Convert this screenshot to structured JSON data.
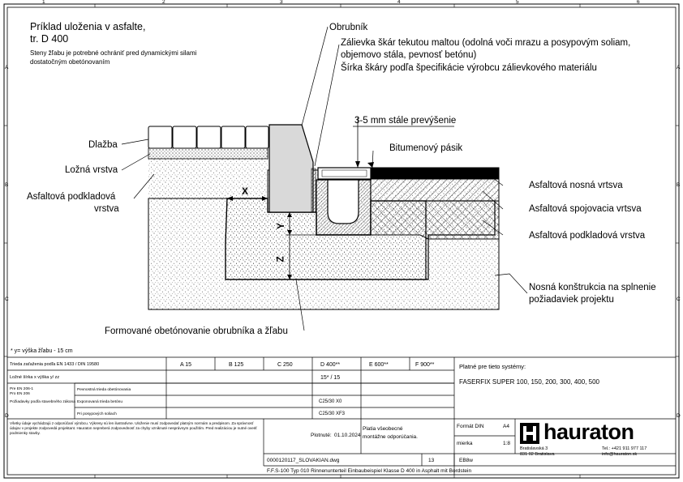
{
  "drawing": {
    "title_line1": "Príklad uloženia v asfalte,",
    "title_line2": "tr. D 400",
    "subtitle_line1": "Steny žľabu je potrebné ochrániť pred dynamickými silami",
    "subtitle_line2": "dostatočným obetónovaním",
    "labels_left": {
      "dlazba": "Dlažba",
      "lozna": "Ložná vrstva",
      "asf_podklad_1": "Asfaltová podkladová",
      "asf_podklad_2": "vrstva"
    },
    "labels_top": {
      "obrubnik": "Obrubník",
      "zalievka_1": "Zálievka škár tekutou maltou (odolná voči mrazu a posypovým soliam,",
      "zalievka_2": "objemovo stála, pevnosť betónu)",
      "zalievka_3": "Šírka škáry podľa špecifikácie výrobcu zálievkového materiálu",
      "prevysenie": "3-5 mm stále prevýšenie",
      "bitumen": "Bitumenový pásik"
    },
    "labels_right": {
      "nosna": "Asfaltová nosná vrtsva",
      "spojovacia": "Asfaltová spojovacia vrtsva",
      "podkladova": "Asfaltová podkladová vrstva",
      "konstrukcia_1": "Nosná konštrukcia na splnenie",
      "konstrukcia_2": "požiadaviek projektu"
    },
    "dims": {
      "x": "X",
      "y": "Y",
      "z": "Z"
    },
    "label_bottom": "Formované obetónovanie obrubníka a žľabu",
    "footnote": "* y= výška žľabu - 15 cm",
    "grid_top": [
      "1",
      "2",
      "3",
      "4",
      "5",
      "6"
    ],
    "grid_side": [
      "A",
      "B",
      "C",
      "D"
    ]
  },
  "title_block": {
    "row1_label": "Trieda zaťaženia podľa EN 1433 / DIN 19580",
    "classes": [
      "A 15",
      "B 125",
      "C 250",
      "D 400**",
      "E 600**",
      "F 900**"
    ],
    "row2_label": "Ložné šírka x výška y/ zz",
    "row2_value": "15* / 15",
    "row3_label_a": "Pre EN 206-1",
    "row3_label_b": "Pro EN 206",
    "row3_c": "Pevnostná trieda obetónovania",
    "row4_label_a": "Požiadavky podľa stavebného zákona",
    "row4_c": "Exponovaná trieda betónu",
    "row4_value": "C25/30 X0",
    "row5_c": "Pri posypových soliach",
    "row5_value": "C25/30 XF3",
    "systems_label": "Platné pre tieto systémy:",
    "systems_value": "FASERFIX SUPER 100, 150, 200, 300, 400, 500",
    "note_small": "Všetky údaje vychádzajú z odporúčaní výrobcu. Výkresy sú len ilustratívne. Uloženie musí zodpovedať platným normám a predpisom. Za správnosť údajov v projekte zodpovedá projektant. Hauraton nepreberá zodpovednosť za chyby vzniknuté nesprávnym použitím. Pred realizáciou je nutné overiť podmienky stavby.",
    "validity_1": "Platia všeobecné",
    "validity_2": "montážne odporúčania.",
    "plotted_label": "Plotnuté:",
    "plotted_date": "01.10.2024",
    "format_label": "Formát DIN",
    "format_value": "A4",
    "scale_label": "mierka",
    "scale_value": "1:8",
    "drawing_no": "0000120117_SLOVAKIAN.dwg",
    "sheet": "13",
    "code": "EB8w",
    "description": "F.F.S-100 Typ 010 Rinnenunterteil Einbaubeispiel Klasse D 400 in Asphalt mit Bordstein",
    "company": "hauraton",
    "address_1": "Bratislavská 3",
    "address_2": "831 02 Bratislava",
    "phone": "Tel.: +421 911 977 117",
    "email": "info@hauraton.sk"
  }
}
